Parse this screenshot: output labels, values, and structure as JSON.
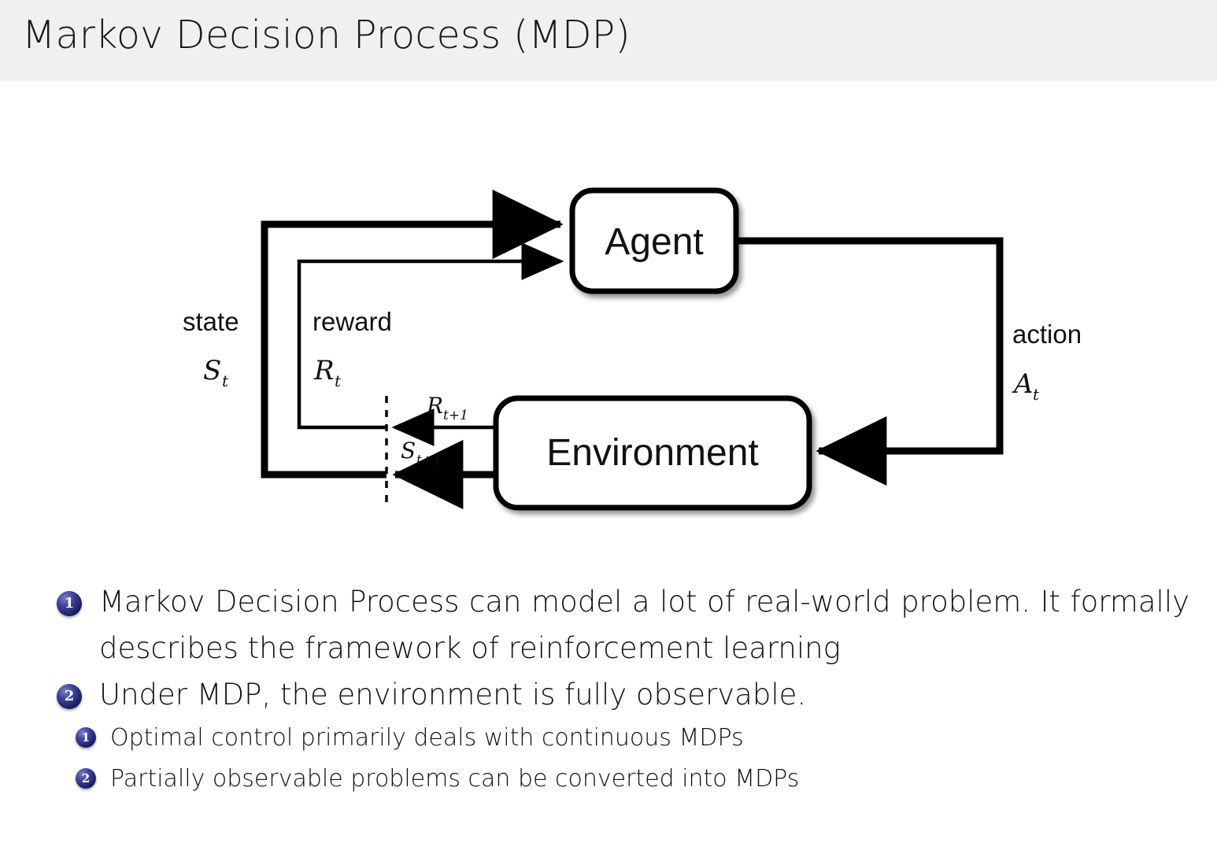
{
  "header": {
    "title": "Markov Decision Process (MDP)",
    "background_color": "#f0f0f0"
  },
  "diagram": {
    "name": "agent-environment-interaction-loop",
    "nodes": {
      "agent": "Agent",
      "environment": "Environment"
    },
    "labels": {
      "state_word": "state",
      "state_symbol": "S",
      "state_symbol_sub": "t",
      "reward_word": "reward",
      "reward_symbol": "R",
      "reward_symbol_sub": "t",
      "action_word": "action",
      "action_symbol": "A",
      "action_symbol_sub": "t",
      "reward_next_symbol": "R",
      "reward_next_sub": "t+1",
      "state_next_symbol": "S",
      "state_next_sub": "t+1"
    },
    "stroke_color": "#000000"
  },
  "bullets": {
    "badge_color": "#1c1f63",
    "items": [
      {
        "number": "1",
        "text": "Markov Decision Process can model a lot of real-world problem. It formally describes the framework of reinforcement learning",
        "children": []
      },
      {
        "number": "2",
        "text": "Under MDP, the environment is fully observable.",
        "children": [
          {
            "number": "1",
            "text": "Optimal control primarily deals with continuous MDPs"
          },
          {
            "number": "2",
            "text": "Partially observable problems can be converted into MDPs"
          }
        ]
      }
    ]
  }
}
